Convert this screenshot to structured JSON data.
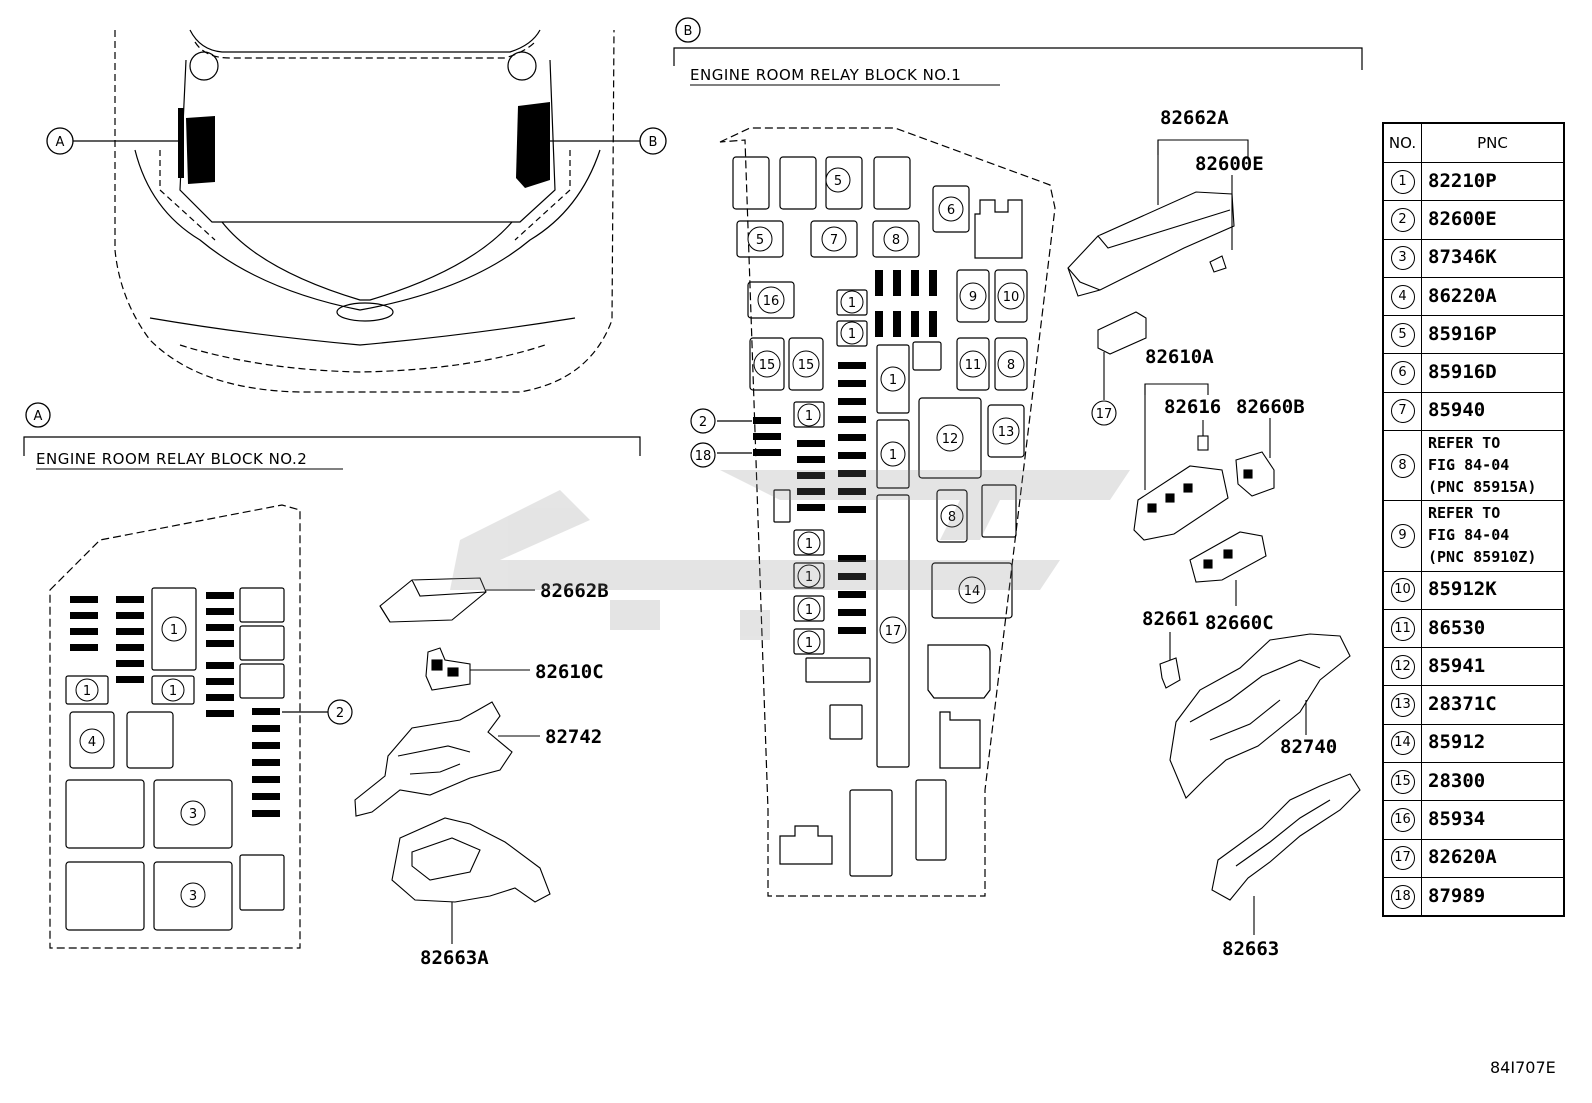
{
  "callouts": {
    "a": "A",
    "b": "B"
  },
  "sections": {
    "a_title": "ENGINE ROOM RELAY BLOCK NO.2",
    "b_title": "ENGINE ROOM RELAY BLOCK NO.1"
  },
  "part_numbers": {
    "p82662A": "82662A",
    "p82600E": "82600E",
    "p82610A": "82610A",
    "p82616": "82616",
    "p82660B": "82660B",
    "p82661": "82661",
    "p82660C": "82660C",
    "p82740": "82740",
    "p82663": "82663",
    "p82662B": "82662B",
    "p82610C": "82610C",
    "p82742": "82742",
    "p82663A": "82663A"
  },
  "markers": {
    "n1": "1",
    "n2": "2",
    "n3": "3",
    "n4": "4",
    "n5": "5",
    "n6": "6",
    "n7": "7",
    "n8": "8",
    "n9": "9",
    "n10": "10",
    "n11": "11",
    "n12": "12",
    "n13": "13",
    "n14": "14",
    "n15": "15",
    "n16": "16",
    "n17": "17",
    "n18": "18"
  },
  "table": {
    "header_no": "NO.",
    "header_pnc": "PNC",
    "rows": [
      {
        "no": "1",
        "pnc": "82210P"
      },
      {
        "no": "2",
        "pnc": "82600E"
      },
      {
        "no": "3",
        "pnc": "87346K"
      },
      {
        "no": "4",
        "pnc": "86220A"
      },
      {
        "no": "5",
        "pnc": "85916P"
      },
      {
        "no": "6",
        "pnc": "85916D"
      },
      {
        "no": "7",
        "pnc": "85940"
      },
      {
        "no": "8",
        "pnc": "REFER TO FIG 84-04 (PNC 85915A)",
        "l1": "REFER TO",
        "l2": "FIG 84-04",
        "l3": "(PNC 85915A)"
      },
      {
        "no": "9",
        "pnc": "REFER TO FIG 84-04 (PNC 85910Z)",
        "l1": "REFER TO",
        "l2": "FIG 84-04",
        "l3": "(PNC 85910Z)"
      },
      {
        "no": "10",
        "pnc": "85912K"
      },
      {
        "no": "11",
        "pnc": "86530"
      },
      {
        "no": "12",
        "pnc": "85941"
      },
      {
        "no": "13",
        "pnc": "28371C"
      },
      {
        "no": "14",
        "pnc": "85912"
      },
      {
        "no": "15",
        "pnc": "28300"
      },
      {
        "no": "16",
        "pnc": "85934"
      },
      {
        "no": "17",
        "pnc": "82620A"
      },
      {
        "no": "18",
        "pnc": "87989"
      }
    ]
  },
  "figure_code": "84I707E"
}
